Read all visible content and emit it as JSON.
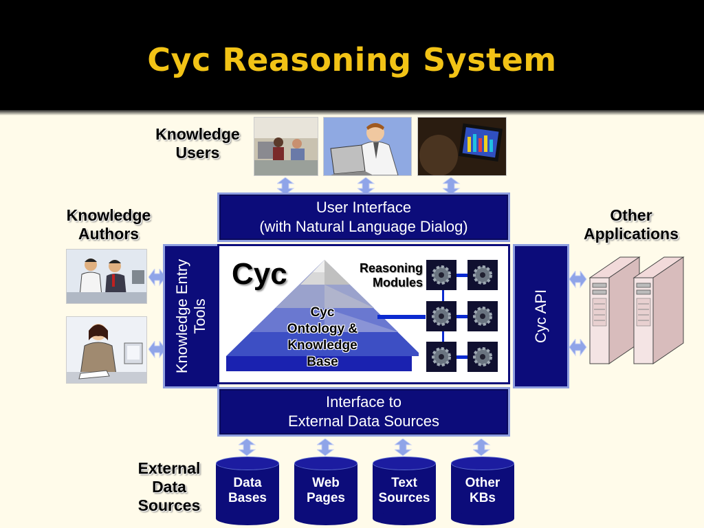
{
  "title": "Cyc Reasoning System",
  "labels": {
    "knowledge_users": "Knowledge Users",
    "knowledge_authors": "Knowledge Authors",
    "other_applications": "Other Applications",
    "external_data_sources": "External Data Sources"
  },
  "boxes": {
    "user_interface_line1": "User Interface",
    "user_interface_line2": "(with Natural Language Dialog)",
    "knowledge_entry_line1": "Knowledge Entry",
    "knowledge_entry_line2": "Tools",
    "cyc_api": "Cyc API",
    "external_interface_line1": "Interface to",
    "external_interface_line2": "External Data Sources"
  },
  "core": {
    "cyc_label": "Cyc",
    "kb_line1": "Cyc",
    "kb_line2": "Ontology &",
    "kb_line3": "Knowledge",
    "kb_line4": "Base",
    "reasoning_line1": "Reasoning",
    "reasoning_line2": "Modules"
  },
  "data_sources": [
    {
      "line1": "Data",
      "line2": "Bases"
    },
    {
      "line1": "Web",
      "line2": "Pages"
    },
    {
      "line1": "Text",
      "line2": "Sources"
    },
    {
      "line1": "Other",
      "line2": "KBs"
    }
  ],
  "colors": {
    "title": "#f2c316",
    "box_fill": "#0c0c7a",
    "box_border": "#8f9fe0",
    "background": "#fffbea",
    "arrow": "#8fa4e8"
  }
}
